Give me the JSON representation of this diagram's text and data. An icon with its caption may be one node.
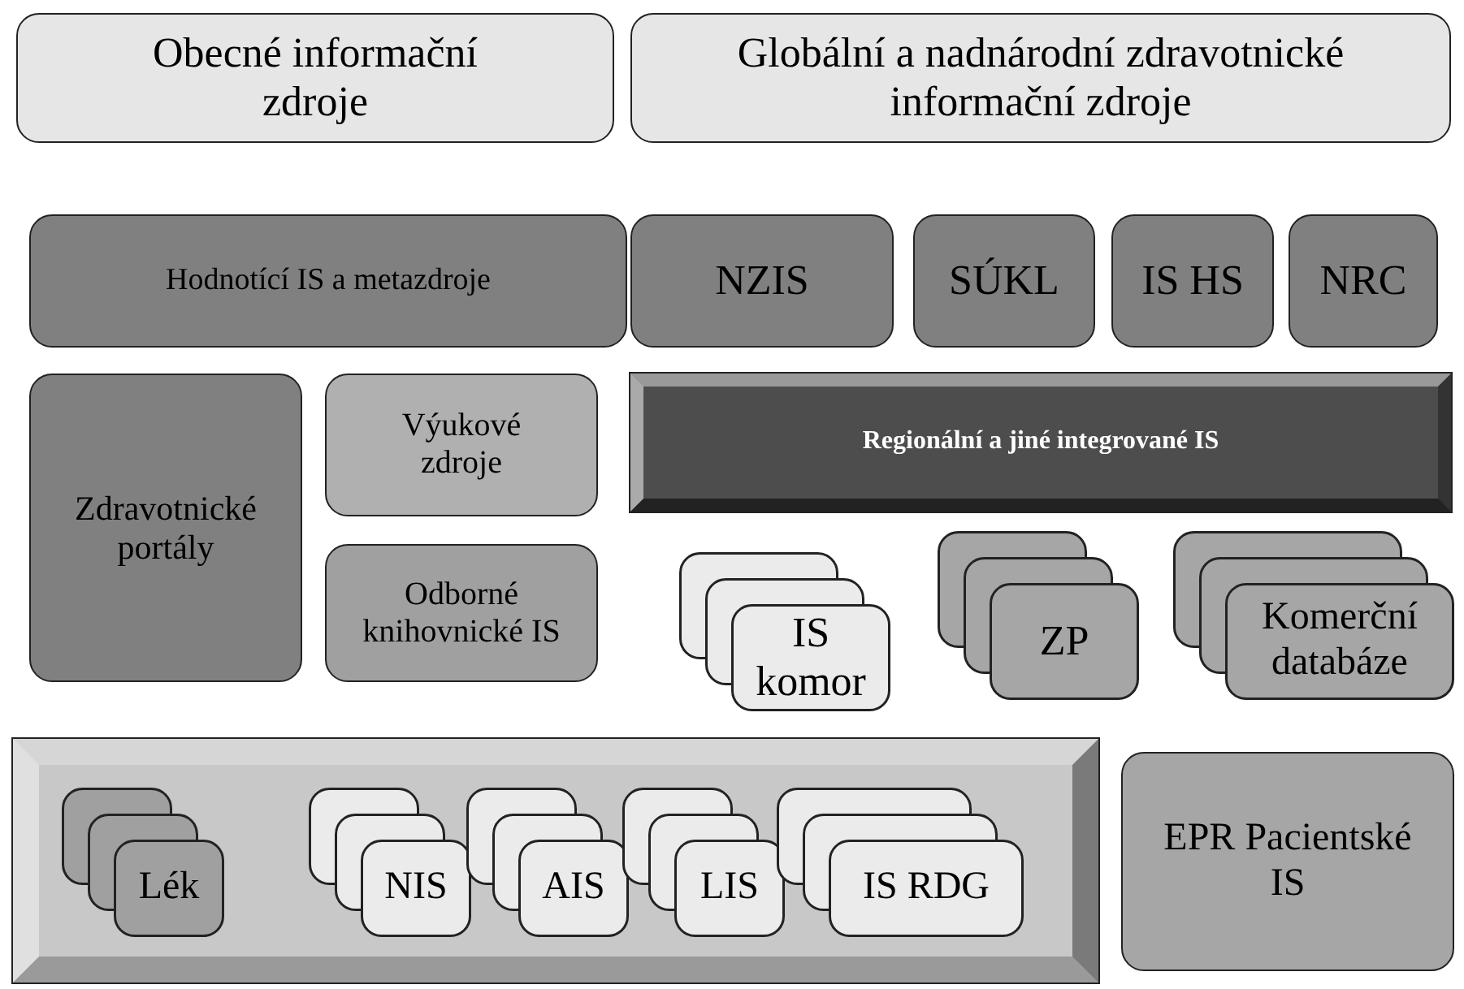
{
  "diagram": {
    "nodes": [
      {
        "text": [
          "Obecné informační zdroje"
        ]
      },
      {
        "text": [
          "Globální a nadnárodní zdravotnické informační zdroje"
        ]
      },
      {
        "text": [
          "Hodnotící IS a metazdroje"
        ]
      },
      {
        "text": [
          "NZIS"
        ]
      },
      {
        "text": [
          "SÚKL"
        ]
      },
      {
        "text": [
          "IS HS"
        ]
      },
      {
        "text": [
          "NRC"
        ]
      },
      {
        "text": [
          "Zdravotnické portály"
        ]
      },
      {
        "text": [
          "Výukové zdroje"
        ]
      },
      {
        "text": [
          "Regionální a jiné integrované IS"
        ]
      },
      {
        "text": [
          "Odborné knihovnické IS"
        ]
      },
      {
        "text": [
          "IS komor"
        ]
      },
      {
        "text": [
          "ZP"
        ]
      },
      {
        "text": [
          "Komerční databáze"
        ]
      },
      {
        "text": [],
        "shape": "box"
      },
      {
        "text": [
          "Lék"
        ],
        "in": 14
      },
      {
        "text": [
          "NIS"
        ],
        "in": 14
      },
      {
        "text": [
          "AIS"
        ],
        "in": 14
      },
      {
        "text": [
          "LIS"
        ],
        "in": 14
      },
      {
        "text": [
          "IS RDG"
        ],
        "in": 14
      },
      {
        "text": [
          "EPR Pacientské IS"
        ]
      }
    ]
  }
}
